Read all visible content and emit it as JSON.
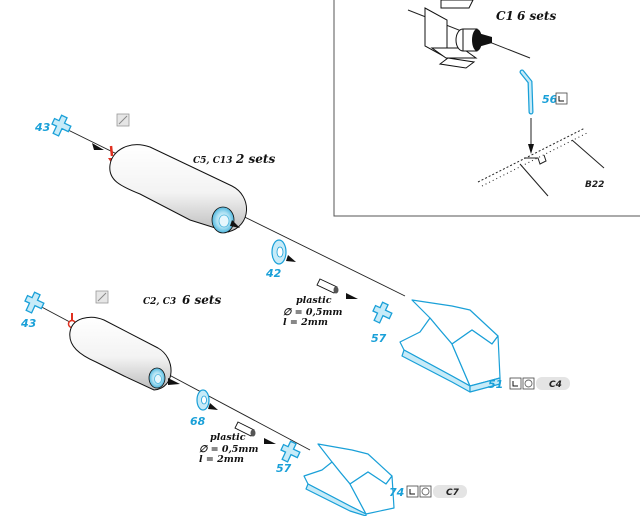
{
  "inset": {
    "top_label": "C1",
    "top_sets": "6 sets",
    "bent_part": "56",
    "base_label": "B22"
  },
  "upper_group": {
    "clip_part": "43",
    "bomb_label": "C5, C13",
    "bomb_sets": "2 sets",
    "disc_part": "42",
    "plastic_title": "plastic",
    "plastic_diameter": "∅ = 0,5mm",
    "plastic_length": "l = 2mm",
    "clip2_part": "57",
    "cradle_part": "51",
    "cradle_ref": "C4"
  },
  "lower_group": {
    "clip_part": "43",
    "bomb_label": "C2, C3",
    "bomb_sets": "6 sets",
    "disc_part": "68",
    "plastic_title": "plastic",
    "plastic_diameter": "∅ = 0,5mm",
    "plastic_length": "l = 2mm",
    "clip2_part": "57",
    "cradle_part": "74",
    "cradle_ref": "C7"
  },
  "colors": {
    "etch": "#1aa0d8",
    "etch_fill": "#c7ebf8",
    "ink": "#111111",
    "glue": "#e03020"
  }
}
